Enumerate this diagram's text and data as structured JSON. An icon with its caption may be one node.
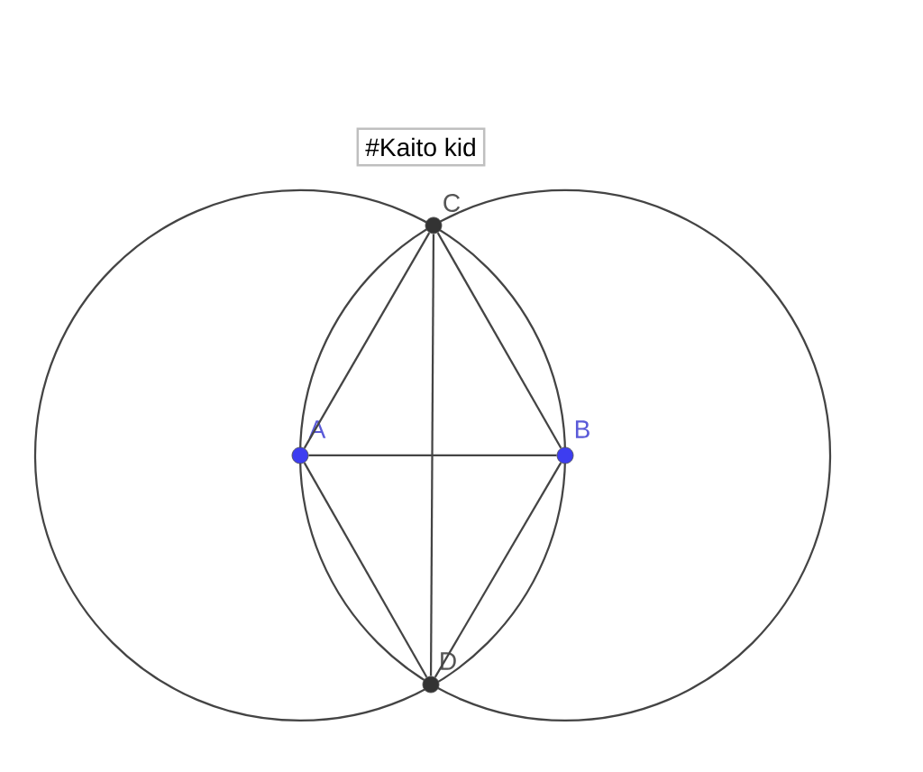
{
  "diagram": {
    "nodes": [
      {
        "text": [
          "A"
        ]
      },
      {
        "text": [
          "B"
        ]
      },
      {
        "text": [
          "C"
        ]
      },
      {
        "text": [
          "D"
        ]
      },
      {
        "text": [
          "#Kaito kid"
        ]
      }
    ],
    "edges": [
      {
        "from": 0,
        "to": 1,
        "arrow": "none"
      },
      {
        "from": 0,
        "to": 2,
        "arrow": "none"
      },
      {
        "from": 2,
        "to": 1,
        "arrow": "none"
      },
      {
        "from": 1,
        "to": 3,
        "arrow": "none"
      },
      {
        "from": 3,
        "to": 0,
        "arrow": "none"
      },
      {
        "from": 2,
        "to": 3,
        "arrow": "none"
      }
    ]
  }
}
